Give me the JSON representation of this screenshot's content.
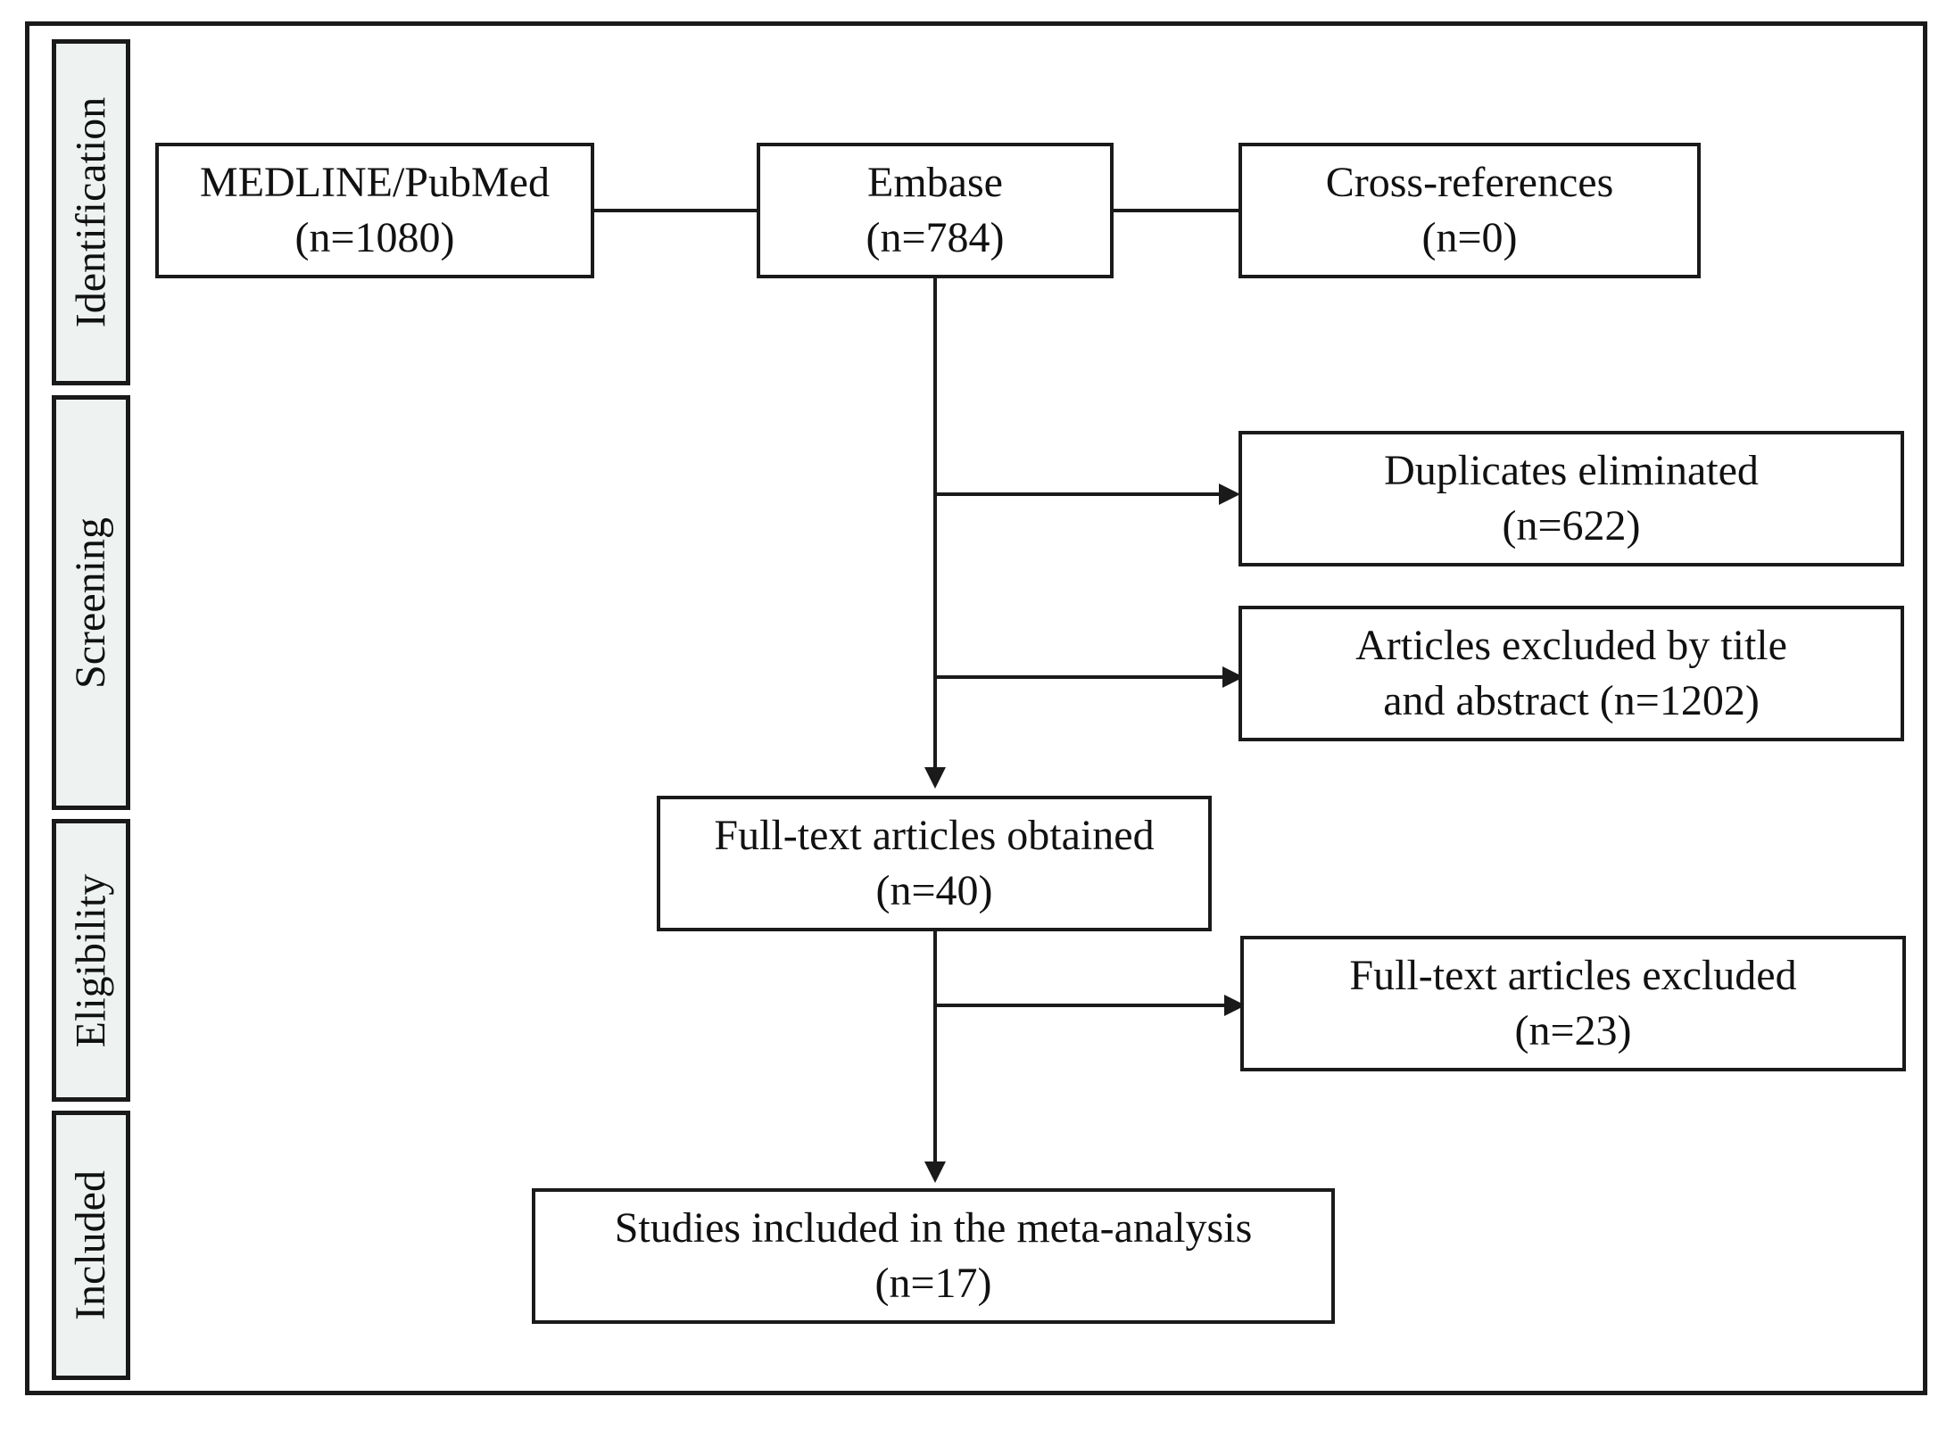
{
  "stages": {
    "identification": "Identification",
    "screening": "Screening",
    "eligibility": "Eligibility",
    "included": "Included"
  },
  "boxes": {
    "medline": {
      "title": "MEDLINE/PubMed",
      "count": "(n=1080)"
    },
    "embase": {
      "title": "Embase",
      "count": "(n=784)"
    },
    "cross_references": {
      "title": "Cross-references",
      "count": "(n=0)"
    },
    "duplicates": {
      "title": "Duplicates eliminated",
      "count": "(n=622)"
    },
    "excluded_title_abstract": {
      "line1": "Articles excluded by title",
      "line2": "and abstract (n=1202)"
    },
    "full_text_obtained": {
      "title": "Full-text articles obtained",
      "count": "(n=40)"
    },
    "full_text_excluded": {
      "title": "Full-text articles excluded",
      "count": "(n=23)"
    },
    "included_studies": {
      "title": "Studies included in the meta-analysis",
      "count": "(n=17)"
    }
  }
}
